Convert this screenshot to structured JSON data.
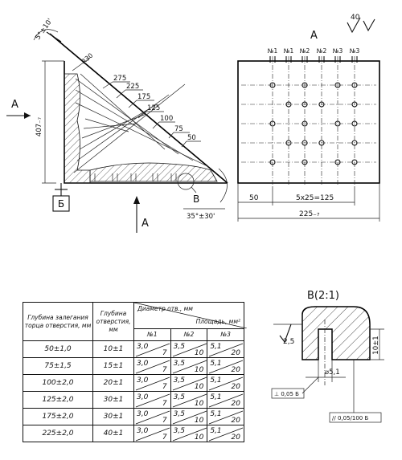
{
  "top_right_symbol": "40",
  "view_a_title": "A",
  "hole_labels": [
    "№1",
    "№1",
    "№2",
    "№2",
    "№3",
    "№3"
  ],
  "dims": {
    "angle_top": "5°±10'",
    "radius": "R30",
    "height": "407₋₇",
    "left_a": "50",
    "holes_span": "5x25=125",
    "width_total": "225₋₇",
    "angle_bottom": "35°±30'"
  },
  "diag_levels": [
    "275",
    "225",
    "175",
    "125",
    "100",
    "75",
    "50"
  ],
  "markers": {
    "arrow_a_left": "A",
    "arrow_a_bottom": "A",
    "box_b": "Б",
    "view_b": "B"
  },
  "detail": {
    "title": "B(2:1)",
    "roughness": "2,5",
    "height_dim": "10±1",
    "diameter": "⌀5,1",
    "frame1": "⊥ 0,05 Б",
    "frame2": "// 0,05/100 Б"
  },
  "table": {
    "header": {
      "depth_lower": "Глубина залегания торца отверстия, мм",
      "hole_depth": "Глубина отверстия, мм",
      "diameter": "Диаметр отв., мм",
      "area": "Площадь, мм²",
      "n1": "№1",
      "n2": "№2",
      "n3": "№3"
    },
    "rows": [
      {
        "depth": "50±1,0",
        "hole": "10±1",
        "c1n": "3,0",
        "c1d": "7",
        "c2n": "3,5",
        "c2d": "10",
        "c3n": "5,1",
        "c3d": "20"
      },
      {
        "depth": "75±1,5",
        "hole": "15±1",
        "c1n": "3,0",
        "c1d": "7",
        "c2n": "3,5",
        "c2d": "10",
        "c3n": "5,1",
        "c3d": "20"
      },
      {
        "depth": "100±2,0",
        "hole": "20±1",
        "c1n": "3,0",
        "c1d": "7",
        "c2n": "3,5",
        "c2d": "10",
        "c3n": "5,1",
        "c3d": "20"
      },
      {
        "depth": "125±2,0",
        "hole": "30±1",
        "c1n": "3,0",
        "c1d": "7",
        "c2n": "3,5",
        "c2d": "10",
        "c3n": "5,1",
        "c3d": "20"
      },
      {
        "depth": "175±2,0",
        "hole": "30±1",
        "c1n": "3,0",
        "c1d": "7",
        "c2n": "3,5",
        "c2d": "10",
        "c3n": "5,1",
        "c3d": "20"
      },
      {
        "depth": "225±2,0",
        "hole": "40±1",
        "c1n": "3,0",
        "c1d": "7",
        "c2n": "3,5",
        "c2d": "10",
        "c3n": "5,1",
        "c3d": "20"
      }
    ]
  }
}
